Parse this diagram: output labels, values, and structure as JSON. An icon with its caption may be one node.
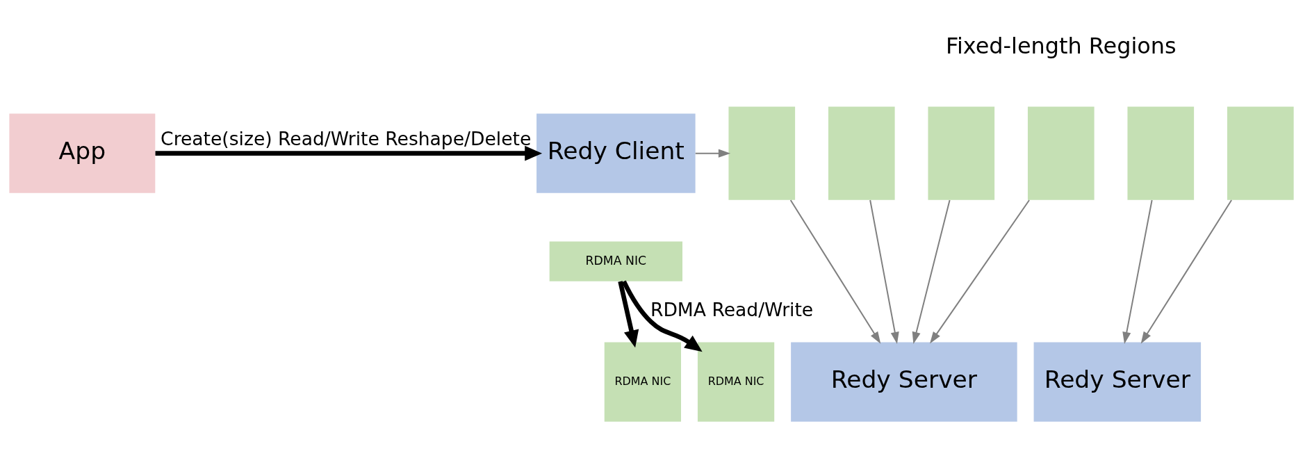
{
  "diagram": {
    "nodes": [
      {
        "text": [
          "App"
        ]
      },
      {
        "text": [
          "Redy Client"
        ]
      },
      {
        "text": [
          "RDMA NIC"
        ]
      },
      {
        "text": [],
        "shape": "box"
      },
      {
        "text": [],
        "shape": "box"
      },
      {
        "text": [],
        "shape": "box"
      },
      {
        "text": [],
        "shape": "box"
      },
      {
        "text": [],
        "shape": "box"
      },
      {
        "text": [],
        "shape": "box"
      },
      {
        "text": [
          "RDMA NIC"
        ]
      },
      {
        "text": [
          "Redy Server"
        ]
      },
      {
        "text": [
          "RDMA NIC"
        ]
      },
      {
        "text": [
          "Redy Server"
        ]
      }
    ],
    "edges": [
      {
        "from": 0,
        "to": 1,
        "arrow": "to",
        "label": "Create(size) Read/Write Reshape/Delete",
        "style": "thick",
        "color": "#000000"
      },
      {
        "from": 1,
        "to": 3,
        "arrow": "to"
      },
      {
        "from": 3,
        "to": 10,
        "arrow": "to"
      },
      {
        "from": 4,
        "to": 10,
        "arrow": "to"
      },
      {
        "from": 5,
        "to": 10,
        "arrow": "to"
      },
      {
        "from": 6,
        "to": 10,
        "arrow": "to"
      },
      {
        "from": 7,
        "to": 12,
        "arrow": "to"
      },
      {
        "from": 8,
        "to": 12,
        "arrow": "to"
      },
      {
        "from": 2,
        "to": 9,
        "arrow": "to",
        "style": "thick",
        "color": "#000000"
      },
      {
        "from": 2,
        "to": 11,
        "arrow": "to",
        "label": "RDMA Read/Write",
        "style": "thick",
        "color": "#000000"
      }
    ],
    "labels": [
      "Fixed-length Regions"
    ]
  }
}
